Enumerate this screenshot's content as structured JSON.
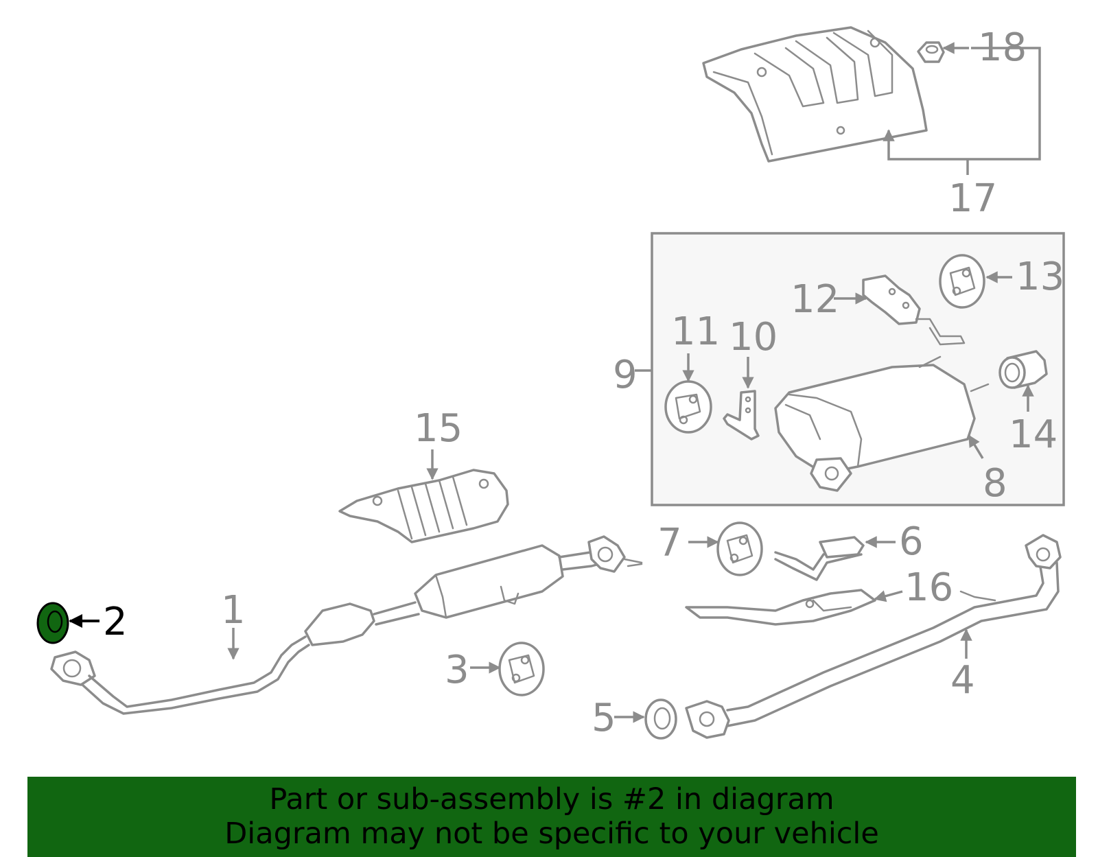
{
  "diagram": {
    "highlight_color": "#116611",
    "highlight_part": "2",
    "callouts": {
      "c1": "1",
      "c2": "2",
      "c3": "3",
      "c4": "4",
      "c5": "5",
      "c6": "6",
      "c7": "7",
      "c8": "8",
      "c9": "9",
      "c10": "10",
      "c11": "11",
      "c12": "12",
      "c13": "13",
      "c14": "14",
      "c15": "15",
      "c16": "16",
      "c17": "17",
      "c18": "18"
    }
  },
  "banner": {
    "line1": "Part or sub-assembly is #2 in diagram",
    "line2": "Diagram may not be specific to your vehicle",
    "background": "#116611"
  }
}
